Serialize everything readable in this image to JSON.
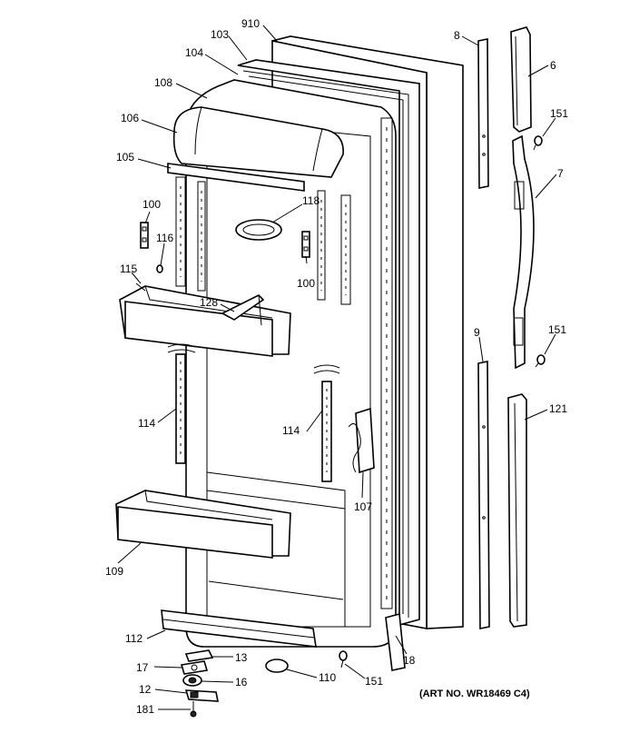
{
  "diagram": {
    "art_number": "(ART NO. WR18469 C4)",
    "labels": {
      "p910": "910",
      "p103": "103",
      "p104": "104",
      "p108": "108",
      "p106": "106",
      "p105": "105",
      "p100a": "100",
      "p116": "116",
      "p115": "115",
      "p118": "118",
      "p100b": "100",
      "p128": "128",
      "p114a": "114",
      "p114b": "114",
      "p107": "107",
      "p109": "109",
      "p112": "112",
      "p13": "13",
      "p17": "17",
      "p16": "16",
      "p12": "12",
      "p181": "181",
      "p110": "110",
      "p151a": "151",
      "p18": "18",
      "p8": "8",
      "p6": "6",
      "p151b": "151",
      "p7": "7",
      "p9": "9",
      "p151c": "151",
      "p121": "121"
    }
  }
}
